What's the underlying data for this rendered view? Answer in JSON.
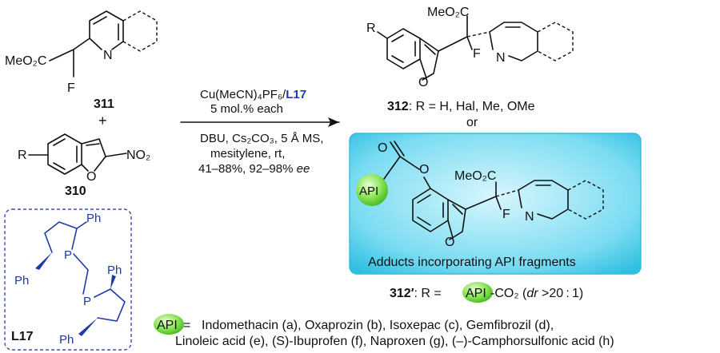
{
  "reactant_311": {
    "ester": "MeO₂C",
    "fluorine": "F",
    "nitrogen": "N",
    "number": "311"
  },
  "plus": "+",
  "reactant_310": {
    "r_group": "R",
    "oxygen": "O",
    "nitro": "NO₂",
    "number": "310"
  },
  "conditions": {
    "catalyst_prefix": "Cu(MeCN)₄PF₆/",
    "ligand": "L17",
    "loading": "5 mol.% each",
    "line1": "DBU, Cs₂CO₃, 5 Å MS,",
    "line2": "mesitylene, rt,",
    "line3_yield": "41–88%, 92–98%",
    "line3_ee": "ee"
  },
  "product_312": {
    "r_group": "R",
    "ester": "MeO₂C",
    "fluorine": "F",
    "nitrogen": "N",
    "oxygen": "O",
    "number": "312",
    "caption_rest": ": R = H, Hal, Me, OMe",
    "or": "or"
  },
  "product_312p": {
    "api_badge": "API",
    "oxygen_ester": "O",
    "oxygen_ester2": "O",
    "ester": "MeO₂C",
    "fluorine": "F",
    "nitrogen": "N",
    "oxygen_ring": "O",
    "box_caption": "Adducts incorporating API fragments",
    "number": "312′",
    "caption_r": ": R = ",
    "caption_api": "API",
    "caption_co2": "-CO₂ (",
    "caption_dr": "dr",
    "caption_ratio": " >20 : 1)"
  },
  "ligand_L17": {
    "label": "L17",
    "ph1": "Ph",
    "ph2": "Ph",
    "ph3": "Ph",
    "ph4": "Ph",
    "p1": "P",
    "p2": "P"
  },
  "api_legend": {
    "badge": "API",
    "equals": " = ",
    "line1": "Indomethacin (a), Oxaprozin (b), Isoxepac (c), Gemfibrozil (d),",
    "line2": "Linoleic acid (e), (S)-Ibuprofen (f), Naproxen (g), (–)-Camphorsulfonic acid (h)"
  },
  "colors": {
    "ligand_blue": "#1c3aa8",
    "box_cyan": "#39c6e6",
    "api_green": "#5fd22c"
  }
}
